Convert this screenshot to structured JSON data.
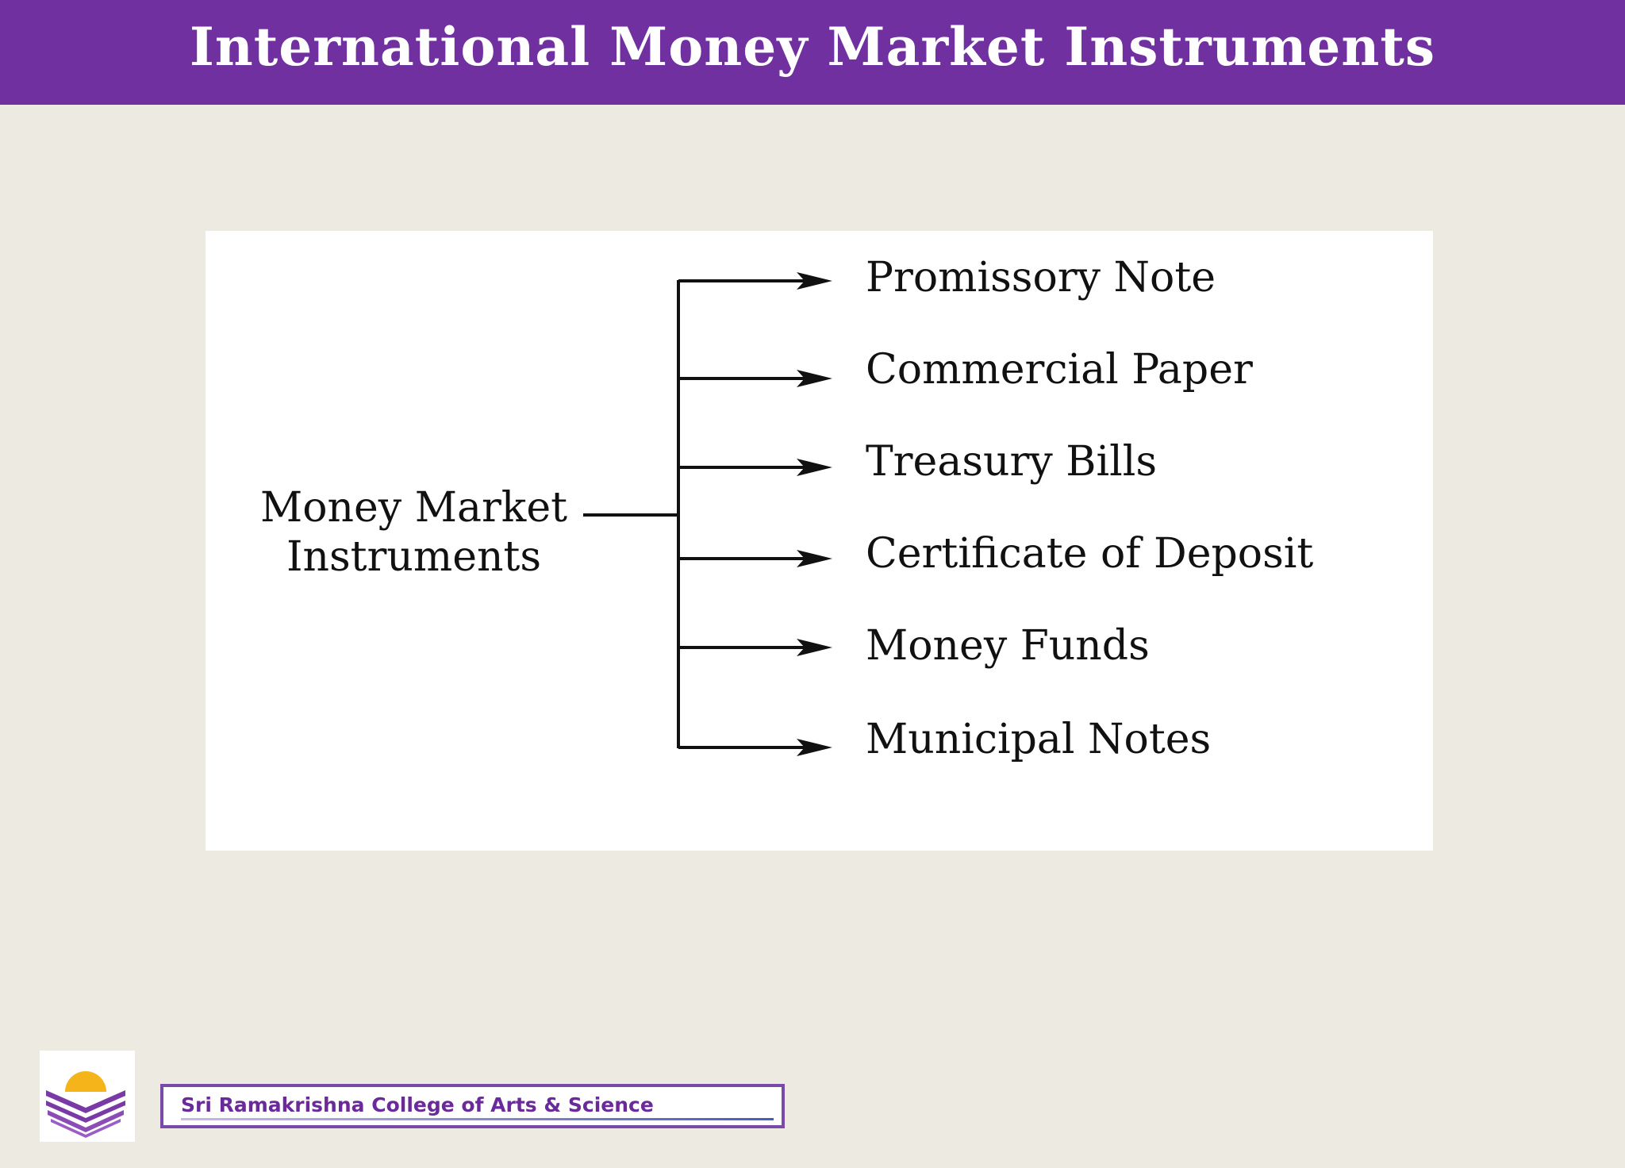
{
  "header": {
    "title": "International Money Market Instruments"
  },
  "diagram": {
    "root": {
      "line1": "Money Market",
      "line2": "Instruments"
    },
    "branches": [
      {
        "label": "Promissory Note"
      },
      {
        "label": "Commercial Paper"
      },
      {
        "label": "Treasury Bills"
      },
      {
        "label": "Certificate of Deposit"
      },
      {
        "label": "Money Funds"
      },
      {
        "label": "Municipal Notes"
      }
    ]
  },
  "footer": {
    "college_name": "Sri Ramakrishna College of Arts & Science",
    "logo_icon": "open-book-sun-logo-icon"
  },
  "colors": {
    "header_bg": "#70309f",
    "page_bg": "#edeae1",
    "accent_purple": "#6a2a9a",
    "sun_yellow": "#f5b41a"
  }
}
